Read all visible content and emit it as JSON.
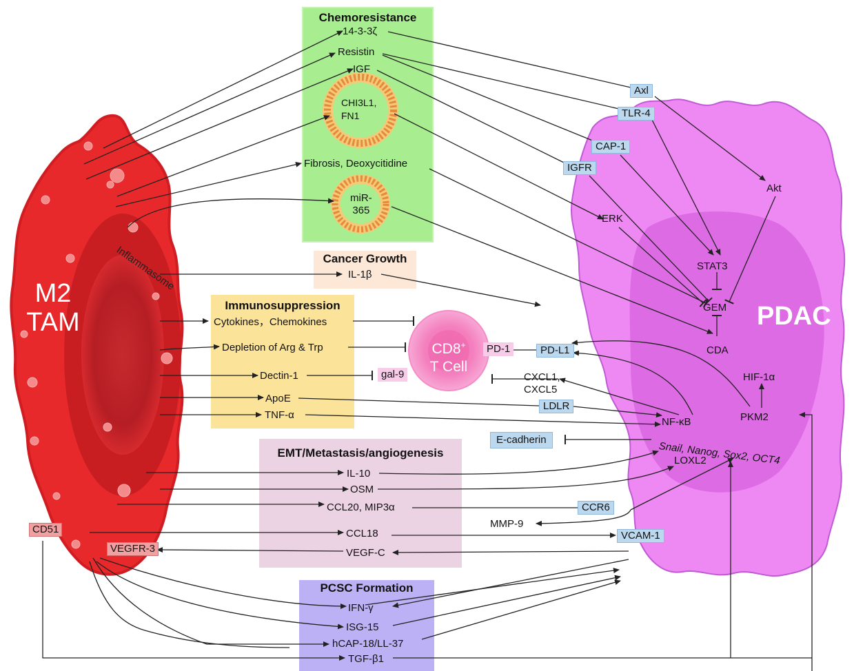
{
  "cells": {
    "m2_tam": [
      "M2",
      "TAM"
    ],
    "pdac": "PDAC",
    "inflammasome": "Inflammasome",
    "cd8": "CD8",
    "cd8_sup": "+",
    "t_cell": "T Cell"
  },
  "boxes": {
    "chemoresistance": "Chemoresistance",
    "cancer_growth": "Cancer Growth",
    "immunosuppression": "Immunosuppression",
    "emt": "EMT/Metastasis/angiogenesis",
    "pcsc": "PCSC Formation"
  },
  "chemo_items": [
    "14-3-3ζ",
    "Resistin",
    "IGF",
    "Fibrosis, Deoxycitidine"
  ],
  "vesicles": [
    "CHI3L1,\nFN1",
    "miR-\n365"
  ],
  "growth_items": [
    "IL-1β"
  ],
  "immuno_items": [
    "Cytokines，Chemokines",
    "Depletion of Arg & Trp",
    "Dectin-1",
    "ApoE",
    "TNF-α"
  ],
  "emt_items": [
    "IL-10",
    "OSM",
    "CCL20, MIP3α",
    "CCL18",
    "VEGF-C"
  ],
  "pcsc_items": [
    "IFN-γ",
    "ISG-15",
    "hCAP-18/LL-37",
    "TGF-β1"
  ],
  "receptors": [
    "Axl",
    "TLR-4",
    "CAP-1",
    "IGFR",
    "PD-L1",
    "LDLR",
    "E-cadherin",
    "CCR6",
    "VCAM-1"
  ],
  "tam_receptors": [
    "CD51",
    "VEGFR-3"
  ],
  "tcell_tags": [
    "PD-1",
    "gal-9"
  ],
  "pdac_nodes": {
    "akt": "Akt",
    "erk": "ERK",
    "stat3": "STAT3",
    "gem": "GEM",
    "cda": "CDA",
    "hif": "HIF-1α",
    "pkm2": "PKM2",
    "nfkb": "NF-κB",
    "snail": "Snail, Nanog, Sox2, OCT4",
    "loxl2": "LOXL2",
    "cxcl": "CXCL1,\nCXCL5",
    "mmp9": "MMP-9"
  },
  "colors": {
    "tam": "#e8292b",
    "tam_dark": "#c81e22",
    "pdac": "#ee88f2",
    "pdac_dark": "#c05ad4",
    "chemo_box": "#a8ee90",
    "growth_box": "#fde7d6",
    "immuno_box": "#fbe39a",
    "emt_box": "#ecd3e4",
    "pcsc_box": "#bdb1f6",
    "receptor": "#bcd8ee",
    "tcell": "#f57fc0"
  }
}
